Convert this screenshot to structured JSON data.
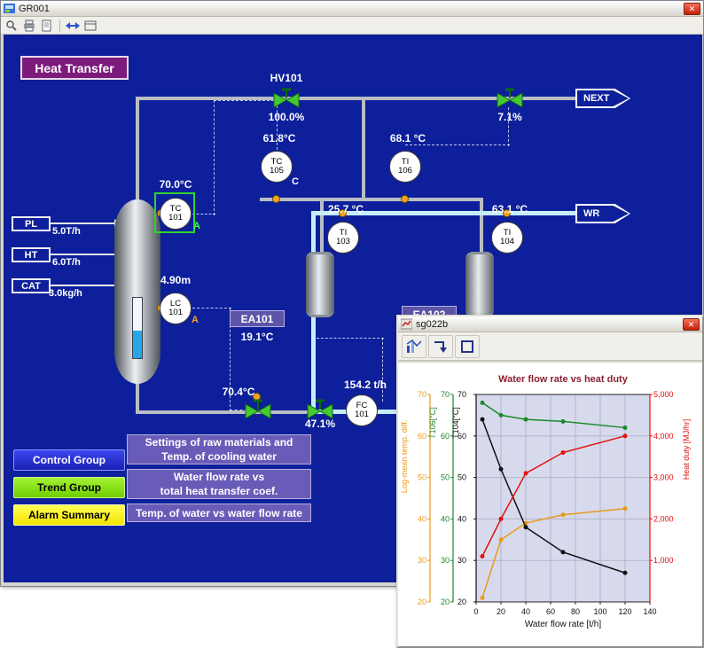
{
  "main_window": {
    "title": "GR001",
    "diagram_title": "Heat Transfer",
    "toolbar_icons": [
      "zoom-icon",
      "print-icon",
      "print-preview-icon",
      "swap-arrows-icon",
      "window-icon"
    ],
    "feeds": [
      {
        "label": "PL",
        "value": "5.0T/h"
      },
      {
        "label": "HT",
        "value": "6.0T/h"
      },
      {
        "label": "CAT",
        "value": "3.0kg/h"
      }
    ],
    "instruments": [
      {
        "tag": "TC",
        "num": "101",
        "value": "70.0°C",
        "flag": "A"
      },
      {
        "tag": "TC",
        "num": "105",
        "value": "61.8°C",
        "flag": "C"
      },
      {
        "tag": "TI",
        "num": "106",
        "value": "68.1 °C",
        "flag": ""
      },
      {
        "tag": "TI",
        "num": "103",
        "value": "25.7 °C",
        "flag": ""
      },
      {
        "tag": "TI",
        "num": "104",
        "value": "63.1 °C",
        "flag": ""
      },
      {
        "tag": "LC",
        "num": "101",
        "value": "4.90m",
        "flag": "A"
      },
      {
        "tag": "FC",
        "num": "101",
        "value": "154.2 t/h",
        "flag": ""
      }
    ],
    "valves": [
      {
        "label": "HV101",
        "value": "100.0%"
      },
      {
        "label": "",
        "value": "7.1%"
      },
      {
        "label": "",
        "value": ""
      },
      {
        "label": "",
        "value": "47.1%"
      }
    ],
    "readings": {
      "bottoms_temp": "70.4°C",
      "ea101_temp": "19.1°C"
    },
    "equipment": {
      "ea101": "EA101",
      "ea102": "EA102"
    },
    "flow_tags": {
      "next": "NEXT",
      "wr": "WR"
    },
    "nav_buttons": [
      {
        "label": "Control Group"
      },
      {
        "label": "Trend Group"
      },
      {
        "label": "Alarm Summary"
      }
    ],
    "descriptions": [
      {
        "line1": "Settings of raw materials and",
        "line2": "Temp. of cooling water"
      },
      {
        "line1": "Water flow rate vs",
        "line2": "total heat transfer coef."
      },
      {
        "line1": "Temp. of water vs water flow rate",
        "line2": ""
      }
    ]
  },
  "chart_window": {
    "title": "sg022b",
    "toolbar_icons": [
      "trend-icon",
      "jump-icon",
      "stop-icon"
    ]
  },
  "chart_data": {
    "type": "line",
    "title": "Water flow rate vs heat duty",
    "xlabel": "Water flow rate [t/h]",
    "xlim": [
      0,
      140
    ],
    "x_ticks": [
      0,
      20,
      40,
      60,
      80,
      100,
      120,
      140
    ],
    "grid": true,
    "plot_bg": "#d7daec",
    "axes": [
      {
        "label": "Log-mean temp. diff.",
        "color": "#e89a18",
        "lim": [
          20,
          70
        ],
        "ticks": [
          20,
          30,
          40,
          50,
          60,
          70
        ],
        "side": "left"
      },
      {
        "label": "T106[°C]",
        "color": "#1a8a2a",
        "lim": [
          20,
          70
        ],
        "ticks": [
          20,
          30,
          40,
          50,
          60,
          70
        ],
        "side": "left"
      },
      {
        "label": "T104[°C]",
        "color": "#101010",
        "lim": [
          20,
          70
        ],
        "ticks": [
          20,
          30,
          40,
          50,
          60,
          70
        ],
        "side": "left"
      },
      {
        "label": "Heat duty [MJ/hr]",
        "color": "#e01212",
        "lim": [
          0,
          5000
        ],
        "ticks": [
          1000,
          2000,
          3000,
          4000,
          5000
        ],
        "side": "right"
      }
    ],
    "series": [
      {
        "name": "Log-mean temp. diff.",
        "axis": 0,
        "color": "#e89a18",
        "x": [
          5,
          20,
          40,
          70,
          120
        ],
        "y": [
          21,
          35,
          39,
          41,
          42.5
        ]
      },
      {
        "name": "T106",
        "axis": 1,
        "color": "#1a8a2a",
        "x": [
          5,
          20,
          40,
          70,
          120
        ],
        "y": [
          68,
          65,
          64,
          63.5,
          62
        ]
      },
      {
        "name": "T104",
        "axis": 2,
        "color": "#101010",
        "x": [
          5,
          20,
          40,
          70,
          120
        ],
        "y": [
          64,
          52,
          38,
          32,
          27
        ]
      },
      {
        "name": "Heat duty",
        "axis": 3,
        "color": "#e01212",
        "x": [
          5,
          20,
          40,
          70,
          120
        ],
        "y": [
          1100,
          2000,
          3100,
          3600,
          4000
        ]
      }
    ]
  }
}
